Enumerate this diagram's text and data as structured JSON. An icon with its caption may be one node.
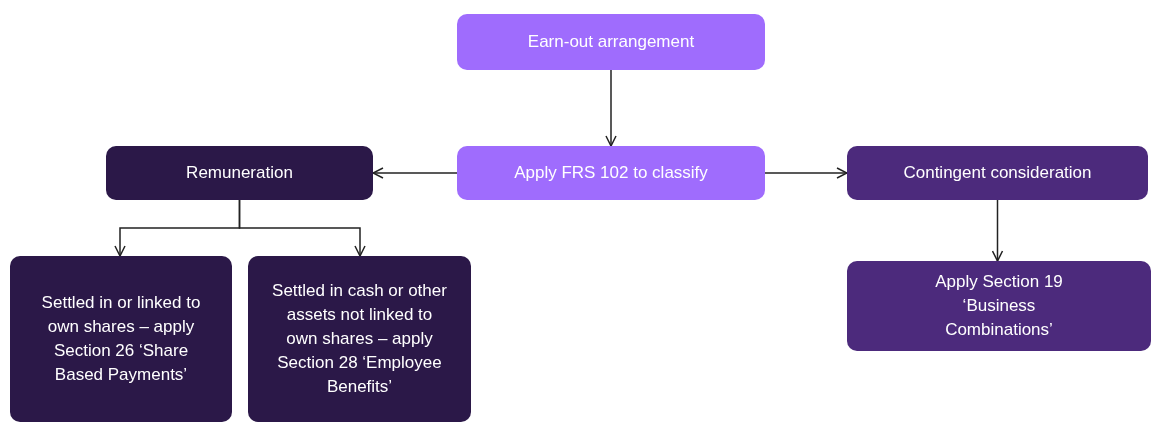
{
  "diagram": {
    "nodes": [
      {
        "text": [
          "Earn-out arrangement"
        ]
      },
      {
        "text": [
          "Apply FRS 102 to classify"
        ]
      },
      {
        "text": [
          "Remuneration"
        ]
      },
      {
        "text": [
          "Contingent consideration"
        ]
      },
      {
        "text": [
          "Settled in or linked to own shares – apply Section 26 ‘Share Based Payments’"
        ]
      },
      {
        "text": [
          "Settled in cash or other assets not linked to own shares – apply Section 28 ‘Employee Benefits’"
        ]
      },
      {
        "text": [
          "Apply Section 19 ‘Business Combinations’"
        ]
      }
    ],
    "edges": [
      {
        "from": 0,
        "to": 1,
        "arrow": "to"
      },
      {
        "from": 1,
        "to": 2,
        "arrow": "to"
      },
      {
        "from": 1,
        "to": 3,
        "arrow": "to"
      },
      {
        "from": 2,
        "to": 4,
        "arrow": "to"
      },
      {
        "from": 2,
        "to": 5,
        "arrow": "to"
      },
      {
        "from": 3,
        "to": 6,
        "arrow": "to"
      }
    ]
  }
}
